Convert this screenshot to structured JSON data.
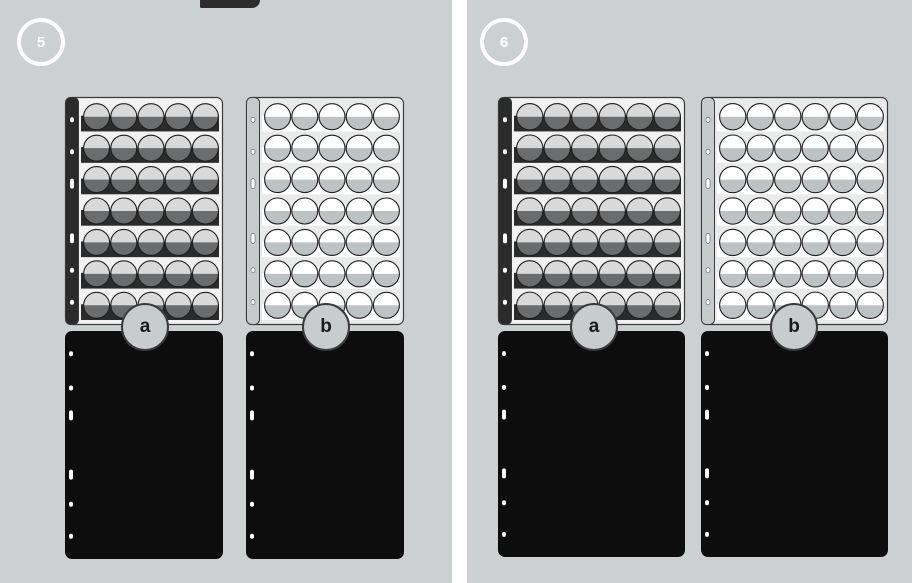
{
  "steps": [
    {
      "number": "5",
      "label_a": "a",
      "label_b": "b"
    },
    {
      "number": "6",
      "label_a": "a",
      "label_b": "b"
    }
  ],
  "colors": {
    "panel_bg": "#cdd0d1",
    "sheet_dark": "#2b2b2b",
    "coin_dark": "#6a6c6d",
    "sheet_light": "#e9ebeb",
    "coin_light": "#bfc2c3",
    "black_board": "#0d0d0d",
    "badge_border": "#ffffff"
  },
  "icons": {
    "coin_pocket": "circle-outline",
    "punch_hole": "binder-hole"
  },
  "grids": {
    "step5": {
      "rows": 7,
      "cols": 5
    },
    "step6": {
      "rows": 7,
      "cols": 6
    }
  }
}
